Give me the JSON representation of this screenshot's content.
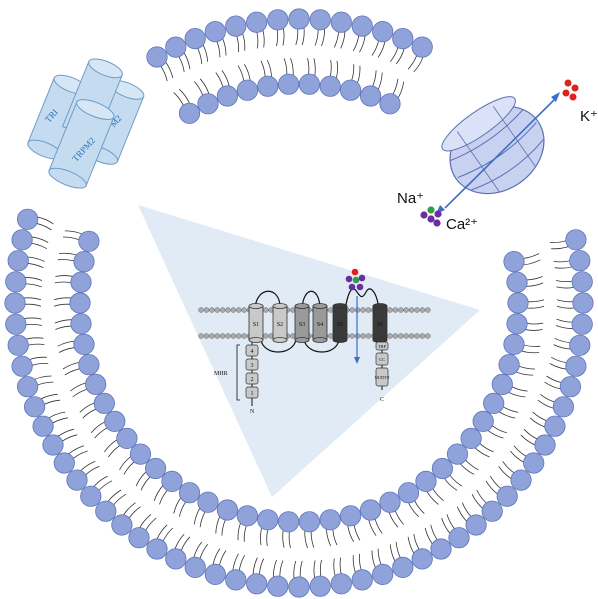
{
  "colors": {
    "head": "#8fa2d9",
    "head_stroke": "#5f74b8",
    "tail": "#333333",
    "wedge": "#dbe8f5",
    "channel": "#c5dcf0",
    "channel_stroke": "#6f9cc9",
    "kchannel": "#c8d2f0",
    "kchannel_stroke": "#5c6fb3",
    "arrow": "#3b6fc7",
    "ion_red": "#e0201c",
    "ion_purple": "#6a2ea0",
    "ion_green": "#2e9e4a",
    "seg_light": "#c9c9c9",
    "seg_mid": "#9a9a9a",
    "seg_dark": "#3a3a3a"
  },
  "icons": {
    "trpm2_channel": "cylinder-cluster-icon",
    "potassium_channel": "ion-channel-icon",
    "ion": "molecule-dots-icon"
  },
  "labels": {
    "k_ion": "K⁺",
    "na_ion": "Na⁺",
    "ca_ion": "Ca²⁺",
    "trpm2_main": "TRPM2",
    "trpm2_back_left": "TRI",
    "trpm2_back_right": "M2"
  },
  "topology": {
    "segments": [
      "S1",
      "S2",
      "S3",
      "S4",
      "S5",
      "S6"
    ],
    "c_terminal": [
      "TRP",
      "CC",
      "NUDT9"
    ],
    "n_terminal_label": "MHR",
    "n_domains": [
      "4",
      "3",
      "2",
      "1"
    ],
    "n_end": "N",
    "c_end": "C"
  }
}
